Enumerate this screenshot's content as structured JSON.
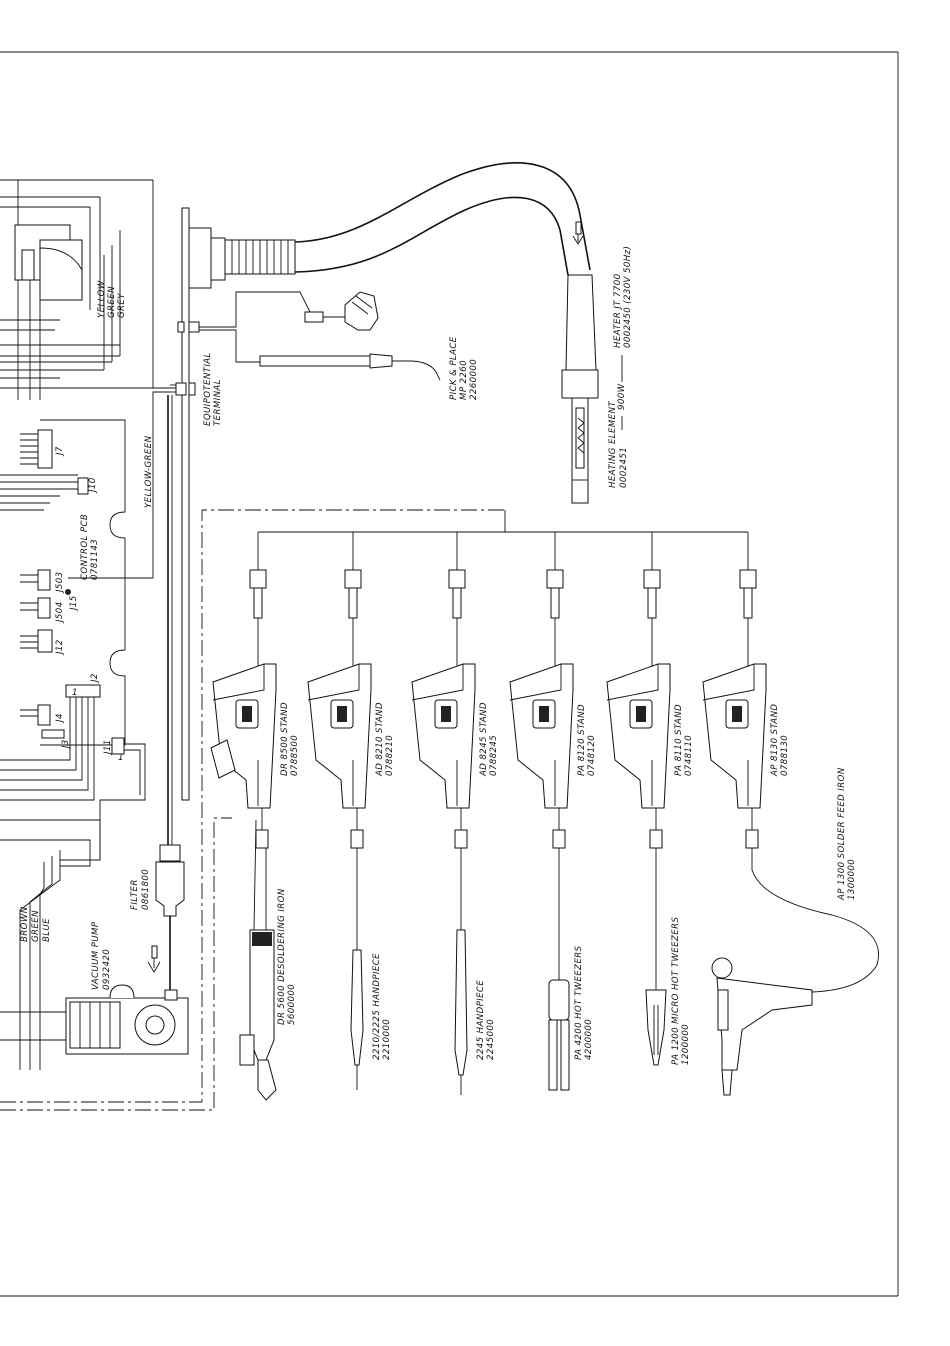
{
  "labels": {
    "heater": "HEATER JT 7700",
    "heater_code": "0002450 (230V 50Hz)",
    "heating_element": "HEATING ELEMENT",
    "heating_element_code": "0002451",
    "wattage": "900W",
    "pick_place": "PICK & PLACE",
    "pick_place_model": "MP 2260",
    "pick_place_code": "2260000",
    "equipotential_1": "EQUIPOTENTIAL",
    "equipotential_2": "TERMINAL",
    "yellow_green": "YELLOW-GREEN",
    "wire_yellow": "YELLOW",
    "wire_green": "GREEN",
    "wire_grey": "GREY",
    "control_pcb": "CONTROL PCB",
    "control_pcb_code": "0781143",
    "filter": "FILTER",
    "filter_code": "0861800",
    "vacuum_pump": "VACUUM PUMP",
    "vacuum_pump_code": "0932420",
    "wire_brown": "BROWN",
    "wire_green2": "GREEN",
    "wire_blue": "BLUE"
  },
  "connectors": {
    "j7": "J7",
    "j10": "J10",
    "j504": "J504",
    "j503": "J503",
    "j15": "J15",
    "j12": "J12",
    "j2": "J2",
    "j4": "J4",
    "j3": "J3",
    "j11": "J11",
    "pin1a": "1",
    "pin1b": "1"
  },
  "stands": [
    {
      "name": "DR 8500 STAND",
      "code": "0788500"
    },
    {
      "name": "AD 8210 STAND",
      "code": "0788210"
    },
    {
      "name": "AD 8245 STAND",
      "code": "0788245"
    },
    {
      "name": "PA 8120 STAND",
      "code": "0748120"
    },
    {
      "name": "PA 8110 STAND",
      "code": "0748110"
    },
    {
      "name": "AP 8130 STAND",
      "code": "0788130"
    }
  ],
  "tools": [
    {
      "name": "DR 5600 DESOLDERING IRON",
      "code": "5600000"
    },
    {
      "name": "2210/2225 HANDPIECE",
      "code": "2210000"
    },
    {
      "name": "2245 HANDPIECE",
      "code": "2245000"
    },
    {
      "name": "PA 4200 HOT TWEEZERS",
      "code": "4200000"
    },
    {
      "name": "PA 1200 MICRO HOT TWEEZERS",
      "code": "1200000"
    },
    {
      "name": "AP 1300 SOLDER FEED IRON",
      "code": "1300000"
    }
  ]
}
